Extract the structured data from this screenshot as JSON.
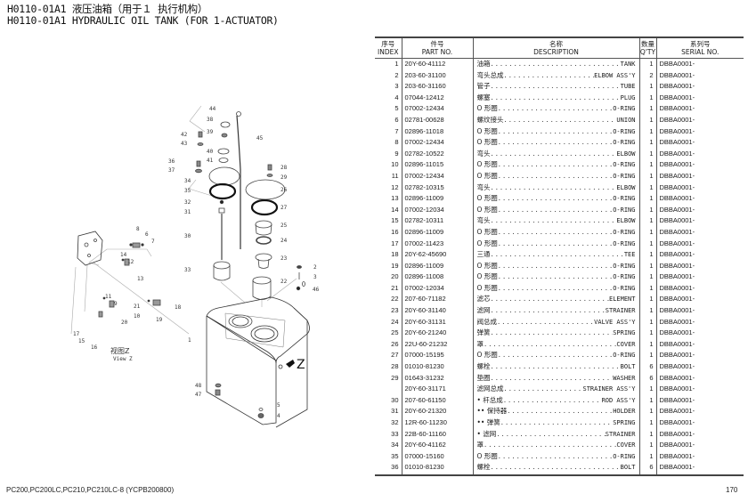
{
  "header": {
    "title_cn": "H0110-01A1 液压油箱（用于１ 执行机构）",
    "title_en": "H0110-01A1 HYDRAULIC OIL TANK (FOR 1-ACTUATOR)"
  },
  "table": {
    "columns": [
      {
        "cn": "序号",
        "en": "INDEX"
      },
      {
        "cn": "件号",
        "en": "PART NO."
      },
      {
        "cn": "名称",
        "en": "DESCRIPTION"
      },
      {
        "cn": "数量",
        "en": "Q'TY"
      },
      {
        "cn": "系列号",
        "en": "SERIAL NO."
      }
    ],
    "rows": [
      {
        "index": "1",
        "part": "20Y-60-41112",
        "cn": "油箱",
        "en": "TANK",
        "qty": "1",
        "serial": "DBBA0001-"
      },
      {
        "index": "2",
        "part": "203-60-31100",
        "cn": "弯头总成",
        "en": "ELBOW ASS'Y",
        "qty": "2",
        "serial": "DBBA0001-"
      },
      {
        "index": "3",
        "part": "203-60-31160",
        "cn": "管子",
        "en": "TUBE",
        "qty": "1",
        "serial": "DBBA0001-"
      },
      {
        "index": "4",
        "part": "07044-12412",
        "cn": "螺塞",
        "en": "PLUG",
        "qty": "1",
        "serial": "DBBA0001-"
      },
      {
        "index": "5",
        "part": "07002-12434",
        "cn": "O 形圈",
        "en": "O-RING",
        "qty": "1",
        "serial": "DBBA0001-"
      },
      {
        "index": "6",
        "part": "02781-00628",
        "cn": "螺纹接头",
        "en": "UNION",
        "qty": "1",
        "serial": "DBBA0001-"
      },
      {
        "index": "7",
        "part": "02896-11018",
        "cn": "O 形圈",
        "en": "O-RING",
        "qty": "1",
        "serial": "DBBA0001-"
      },
      {
        "index": "8",
        "part": "07002-12434",
        "cn": "O 形圈",
        "en": "O-RING",
        "qty": "1",
        "serial": "DBBA0001-"
      },
      {
        "index": "9",
        "part": "02782-10522",
        "cn": "弯头",
        "en": "ELBOW",
        "qty": "1",
        "serial": "DBBA0001-"
      },
      {
        "index": "10",
        "part": "02896-11015",
        "cn": "O 形圈",
        "en": "O-RING",
        "qty": "1",
        "serial": "DBBA0001-"
      },
      {
        "index": "11",
        "part": "07002-12434",
        "cn": "O 形圈",
        "en": "O-RING",
        "qty": "1",
        "serial": "DBBA0001-"
      },
      {
        "index": "12",
        "part": "02782-10315",
        "cn": "弯头",
        "en": "ELBOW",
        "qty": "1",
        "serial": "DBBA0001-"
      },
      {
        "index": "13",
        "part": "02896-11009",
        "cn": "O 形圈",
        "en": "O-RING",
        "qty": "1",
        "serial": "DBBA0001-"
      },
      {
        "index": "14",
        "part": "07002-12034",
        "cn": "O 形圈",
        "en": "O-RING",
        "qty": "1",
        "serial": "DBBA0001-"
      },
      {
        "index": "15",
        "part": "02782-10311",
        "cn": "弯头",
        "en": "ELBOW",
        "qty": "1",
        "serial": "DBBA0001-"
      },
      {
        "index": "16",
        "part": "02896-11009",
        "cn": "O 形圈",
        "en": "O-RING",
        "qty": "1",
        "serial": "DBBA0001-"
      },
      {
        "index": "17",
        "part": "07002-11423",
        "cn": "O 形圈",
        "en": "O-RING",
        "qty": "1",
        "serial": "DBBA0001-"
      },
      {
        "index": "18",
        "part": "20Y-62-45690",
        "cn": "三通",
        "en": "TEE",
        "qty": "1",
        "serial": "DBBA0001-"
      },
      {
        "index": "19",
        "part": "02896-11009",
        "cn": "O 形圈",
        "en": "O-RING",
        "qty": "1",
        "serial": "DBBA0001-"
      },
      {
        "index": "20",
        "part": "02896-11008",
        "cn": "O 形圈",
        "en": "O-RING",
        "qty": "1",
        "serial": "DBBA0001-"
      },
      {
        "index": "21",
        "part": "07002-12034",
        "cn": "O 形圈",
        "en": "O-RING",
        "qty": "1",
        "serial": "DBBA0001-"
      },
      {
        "index": "22",
        "part": "207-60-71182",
        "cn": "滤芯",
        "en": "ELEMENT",
        "qty": "1",
        "serial": "DBBA0001-"
      },
      {
        "index": "23",
        "part": "20Y-60-31140",
        "cn": "滤网",
        "en": "STRAINER",
        "qty": "1",
        "serial": "DBBA0001-"
      },
      {
        "index": "24",
        "part": "20Y-60-31131",
        "cn": "阀总成",
        "en": "VALVE ASS'Y",
        "qty": "1",
        "serial": "DBBA0001-"
      },
      {
        "index": "25",
        "part": "20Y-60-21240",
        "cn": "弹簧",
        "en": "SPRING",
        "qty": "1",
        "serial": "DBBA0001-"
      },
      {
        "index": "26",
        "part": "22U-60-21232",
        "cn": "罩",
        "en": "COVER",
        "qty": "1",
        "serial": "DBBA0001-"
      },
      {
        "index": "27",
        "part": "07000-15195",
        "cn": "O 形圈",
        "en": "O-RING",
        "qty": "1",
        "serial": "DBBA0001-"
      },
      {
        "index": "28",
        "part": "01010-81230",
        "cn": "螺栓",
        "en": "BOLT",
        "qty": "6",
        "serial": "DBBA0001-"
      },
      {
        "index": "29",
        "part": "01643-31232",
        "cn": "垫圈",
        "en": "WASHER",
        "qty": "6",
        "serial": "DBBA0001-"
      },
      {
        "index": "",
        "part": "20Y-60-31171",
        "cn": "滤网总成",
        "en": "STRAINER ASS'Y",
        "qty": "1",
        "serial": "DBBA0001-"
      },
      {
        "index": "30",
        "part": "207-60-61150",
        "cn": "• 杆总成",
        "en": "ROD ASS'Y",
        "qty": "1",
        "serial": "DBBA0001-"
      },
      {
        "index": "31",
        "part": "20Y-60-21320",
        "cn": "•• 保持器",
        "en": "HOLDER",
        "qty": "1",
        "serial": "DBBA0001-"
      },
      {
        "index": "32",
        "part": "12R-60-11230",
        "cn": "•• 弹簧",
        "en": "SPRING",
        "qty": "1",
        "serial": "DBBA0001-"
      },
      {
        "index": "33",
        "part": "22B-60-11160",
        "cn": "• 滤网",
        "en": "STRAINER",
        "qty": "1",
        "serial": "DBBA0001-"
      },
      {
        "index": "34",
        "part": "20Y-60-41162",
        "cn": "罩",
        "en": "COVER",
        "qty": "1",
        "serial": "DBBA0001-"
      },
      {
        "index": "35",
        "part": "07000-15160",
        "cn": "O 形圈",
        "en": "O-RING",
        "qty": "1",
        "serial": "DBBA0001-"
      },
      {
        "index": "36",
        "part": "01010-81230",
        "cn": "螺栓",
        "en": "BOLT",
        "qty": "6",
        "serial": "DBBA0001-"
      }
    ]
  },
  "diagram": {
    "callouts": [
      "44",
      "38",
      "39",
      "42",
      "43",
      "40",
      "41",
      "36",
      "37",
      "45",
      "34",
      "35",
      "28",
      "29",
      "26",
      "27",
      "32",
      "31",
      "30",
      "25",
      "24",
      "23",
      "33",
      "22",
      "2",
      "3",
      "46",
      "1",
      "48",
      "47",
      "5",
      "4",
      "8",
      "6",
      "7",
      "14",
      "12",
      "13",
      "11",
      "9",
      "10",
      "21",
      "20",
      "18",
      "19",
      "17",
      "15",
      "16"
    ],
    "view_label_cn": "视图Z",
    "view_label_en": "View Z",
    "direction_label": "Z"
  },
  "footer": {
    "models": "PC200,PC200LC,PC210,PC210LC-8 (YCPB200800)",
    "page": "170"
  }
}
